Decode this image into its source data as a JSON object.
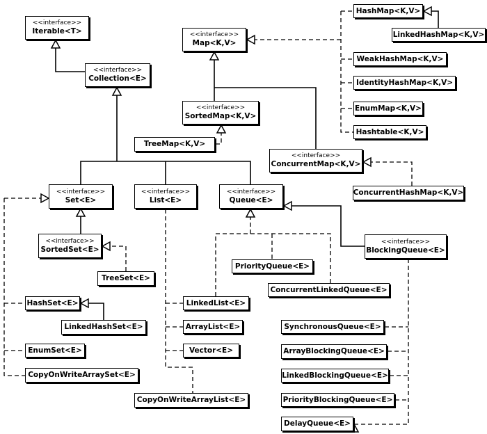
{
  "stereotype": "<<interface>>",
  "nodes": [
    {
      "id": "iterable",
      "label": "Iterable<T>",
      "interface": true
    },
    {
      "id": "collection",
      "label": "Collection<E>",
      "interface": true
    },
    {
      "id": "map",
      "label": "Map<K,V>",
      "interface": true
    },
    {
      "id": "sortedmap",
      "label": "SortedMap<K,V>",
      "interface": true
    },
    {
      "id": "treemap",
      "label": "TreeMap<K,V>",
      "interface": false
    },
    {
      "id": "hashmap",
      "label": "HashMap<K,V>",
      "interface": false
    },
    {
      "id": "linkedhashmap",
      "label": "LinkedHashMap<K,V>",
      "interface": false
    },
    {
      "id": "weakhashmap",
      "label": "WeakHashMap<K,V>",
      "interface": false
    },
    {
      "id": "identityhashmap",
      "label": "IdentityHashMap<K,V>",
      "interface": false
    },
    {
      "id": "enummap",
      "label": "EnumMap<K,V>",
      "interface": false
    },
    {
      "id": "hashtable",
      "label": "Hashtable<K,V>",
      "interface": false
    },
    {
      "id": "concurrentmap",
      "label": "ConcurrentMap<K,V>",
      "interface": true
    },
    {
      "id": "concurrenthashmap",
      "label": "ConcurrentHashMap<K,V>",
      "interface": false
    },
    {
      "id": "set",
      "label": "Set<E>",
      "interface": true
    },
    {
      "id": "list",
      "label": "List<E>",
      "interface": true
    },
    {
      "id": "queue",
      "label": "Queue<E>",
      "interface": true
    },
    {
      "id": "sortedset",
      "label": "SortedSet<E>",
      "interface": true
    },
    {
      "id": "treeset",
      "label": "TreeSet<E>",
      "interface": false
    },
    {
      "id": "priorityqueue",
      "label": "PriorityQueue<E>",
      "interface": false
    },
    {
      "id": "concurrentlinkedqueue",
      "label": "ConcurrentLinkedQueue<E>",
      "interface": false
    },
    {
      "id": "blockingqueue",
      "label": "BlockingQueue<E>",
      "interface": true
    },
    {
      "id": "hashset",
      "label": "HashSet<E>",
      "interface": false
    },
    {
      "id": "linkedhashset",
      "label": "LinkedHashSet<E>",
      "interface": false
    },
    {
      "id": "enumset",
      "label": "EnumSet<E>",
      "interface": false
    },
    {
      "id": "copyonwritearrayset",
      "label": "CopyOnWriteArraySet<E>",
      "interface": false
    },
    {
      "id": "linkedlist",
      "label": "LinkedList<E>",
      "interface": false
    },
    {
      "id": "arraylist",
      "label": "ArrayList<E>",
      "interface": false
    },
    {
      "id": "vector",
      "label": "Vector<E>",
      "interface": false
    },
    {
      "id": "copyonwritearraylist",
      "label": "CopyOnWriteArrayList<E>",
      "interface": false
    },
    {
      "id": "synchronousqueue",
      "label": "SynchronousQueue<E>",
      "interface": false
    },
    {
      "id": "arrayblockingqueue",
      "label": "ArrayBlockingQueue<E>",
      "interface": false
    },
    {
      "id": "linkedblockingqueue",
      "label": "LinkedBlockingQueue<E>",
      "interface": false
    },
    {
      "id": "priorityblockingqueue",
      "label": "PriorityBlockingQueue<E>",
      "interface": false
    },
    {
      "id": "delayqueue",
      "label": "DelayQueue<E>",
      "interface": false
    }
  ],
  "edges": [
    {
      "from": "collection",
      "to": "iterable",
      "style": "solid"
    },
    {
      "from": "set",
      "to": "collection",
      "style": "solid"
    },
    {
      "from": "list",
      "to": "collection",
      "style": "solid"
    },
    {
      "from": "queue",
      "to": "collection",
      "style": "solid"
    },
    {
      "from": "sortedmap",
      "to": "map",
      "style": "solid"
    },
    {
      "from": "concurrentmap",
      "to": "map",
      "style": "solid"
    },
    {
      "from": "treemap",
      "to": "sortedmap",
      "style": "dashed"
    },
    {
      "from": "hashmap",
      "to": "map",
      "style": "dashed"
    },
    {
      "from": "weakhashmap",
      "to": "map",
      "style": "dashed"
    },
    {
      "from": "identityhashmap",
      "to": "map",
      "style": "dashed"
    },
    {
      "from": "enummap",
      "to": "map",
      "style": "dashed"
    },
    {
      "from": "hashtable",
      "to": "map",
      "style": "dashed"
    },
    {
      "from": "linkedhashmap",
      "to": "hashmap",
      "style": "solid"
    },
    {
      "from": "concurrenthashmap",
      "to": "concurrentmap",
      "style": "dashed"
    },
    {
      "from": "sortedset",
      "to": "set",
      "style": "solid"
    },
    {
      "from": "treeset",
      "to": "sortedset",
      "style": "dashed"
    },
    {
      "from": "hashset",
      "to": "set",
      "style": "dashed"
    },
    {
      "from": "enumset",
      "to": "set",
      "style": "dashed"
    },
    {
      "from": "copyonwritearrayset",
      "to": "set",
      "style": "dashed"
    },
    {
      "from": "linkedhashset",
      "to": "hashset",
      "style": "solid"
    },
    {
      "from": "linkedlist",
      "to": "list",
      "style": "dashed"
    },
    {
      "from": "arraylist",
      "to": "list",
      "style": "dashed"
    },
    {
      "from": "vector",
      "to": "list",
      "style": "dashed"
    },
    {
      "from": "copyonwritearraylist",
      "to": "list",
      "style": "dashed"
    },
    {
      "from": "linkedlist",
      "to": "queue",
      "style": "dashed"
    },
    {
      "from": "priorityqueue",
      "to": "queue",
      "style": "dashed"
    },
    {
      "from": "concurrentlinkedqueue",
      "to": "queue",
      "style": "dashed"
    },
    {
      "from": "blockingqueue",
      "to": "queue",
      "style": "solid"
    },
    {
      "from": "synchronousqueue",
      "to": "blockingqueue",
      "style": "dashed"
    },
    {
      "from": "arrayblockingqueue",
      "to": "blockingqueue",
      "style": "dashed"
    },
    {
      "from": "linkedblockingqueue",
      "to": "blockingqueue",
      "style": "dashed"
    },
    {
      "from": "priorityblockingqueue",
      "to": "blockingqueue",
      "style": "dashed"
    },
    {
      "from": "delayqueue",
      "to": "blockingqueue",
      "style": "dashed"
    }
  ]
}
